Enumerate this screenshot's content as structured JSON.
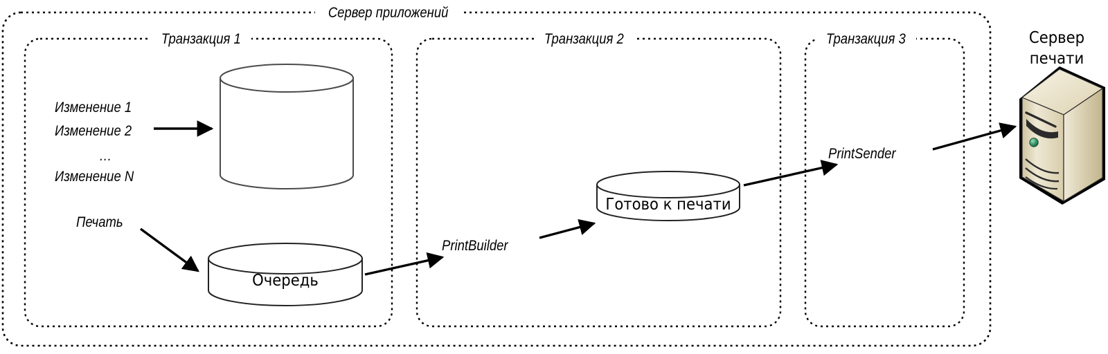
{
  "diagram": {
    "type": "architecture-flow",
    "outer_container": {
      "label": "Сервер приложений"
    },
    "transactions": [
      {
        "label": "Транзакция 1"
      },
      {
        "label": "Транзакция 2"
      },
      {
        "label": "Транзакция 3"
      }
    ],
    "changes_list": {
      "line1": "Изменение 1",
      "line2": "Изменение 2",
      "ellipsis": "…",
      "lineN": "Изменение N"
    },
    "print_label": "Печать",
    "cylinders": {
      "database": "",
      "queue": "Очередь",
      "ready": "Готово к печати"
    },
    "flow_labels": {
      "builder": "PrintBuilder",
      "sender": "PrintSender"
    },
    "print_server": {
      "caption_line1": "Сервер",
      "caption_line2": "печати"
    },
    "colors": {
      "stroke": "#000000",
      "cylinder_stroke": "#404040",
      "server_light": "#f4efdf",
      "server_mid": "#ddd3b0",
      "server_dark": "#b9ad86",
      "server_led": "#3f9e6e",
      "background": "#ffffff"
    }
  }
}
